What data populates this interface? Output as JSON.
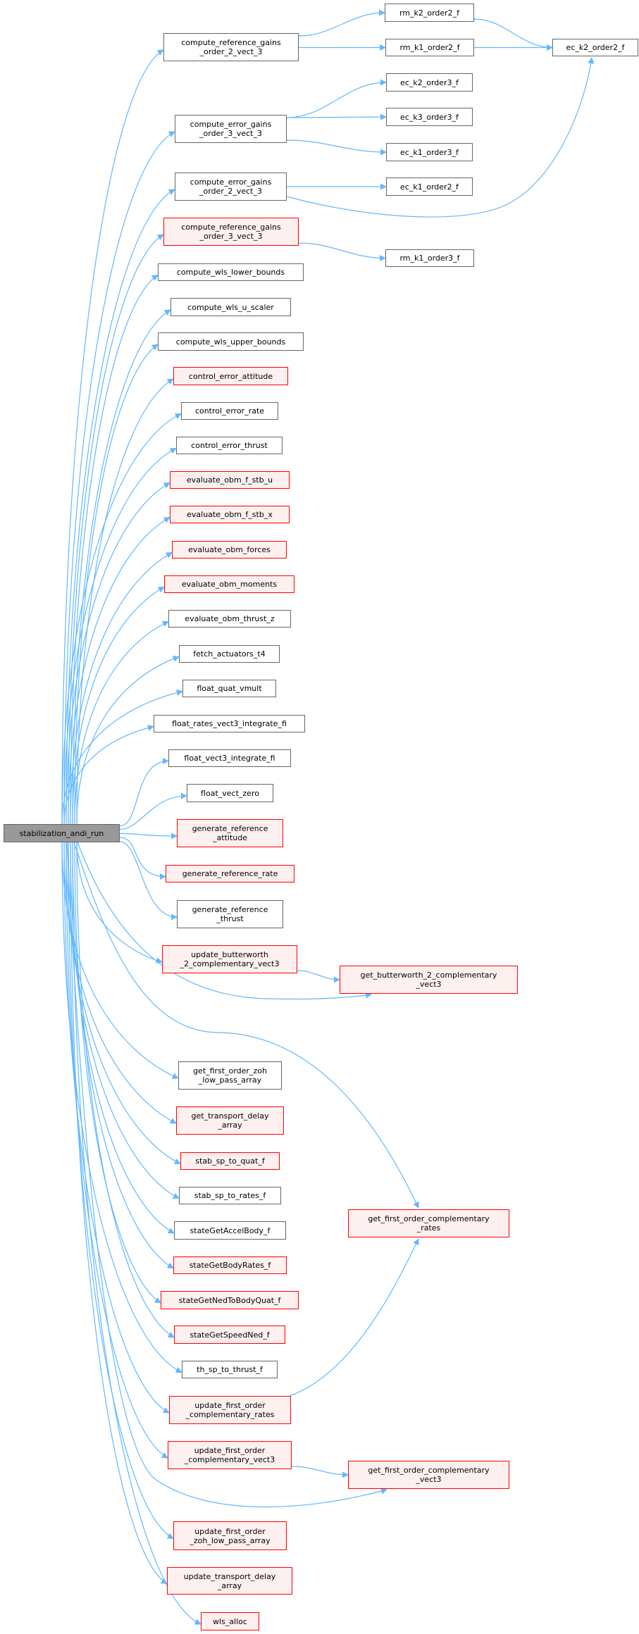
{
  "graph": {
    "type": "call-graph",
    "edge_color": "#63b8ff",
    "root": {
      "id": "stabilization_andi_run",
      "lines": [
        "stabilization_andi_run"
      ]
    },
    "nodes": [
      {
        "id": "crg2",
        "lines": [
          "compute_reference_gains",
          "_order_2_vect_3"
        ],
        "truncated": false
      },
      {
        "id": "ceg3",
        "lines": [
          "compute_error_gains",
          "_order_3_vect_3"
        ],
        "truncated": false
      },
      {
        "id": "ceg2",
        "lines": [
          "compute_error_gains",
          "_order_2_vect_3"
        ],
        "truncated": false
      },
      {
        "id": "crg3",
        "lines": [
          "compute_reference_gains",
          "_order_3_vect_3"
        ],
        "truncated": true
      },
      {
        "id": "wlb",
        "lines": [
          "compute_wls_lower_bounds"
        ],
        "truncated": false
      },
      {
        "id": "wus",
        "lines": [
          "compute_wls_u_scaler"
        ],
        "truncated": false
      },
      {
        "id": "wub",
        "lines": [
          "compute_wls_upper_bounds"
        ],
        "truncated": false
      },
      {
        "id": "cea",
        "lines": [
          "control_error_attitude"
        ],
        "truncated": true
      },
      {
        "id": "cer",
        "lines": [
          "control_error_rate"
        ],
        "truncated": false
      },
      {
        "id": "cet",
        "lines": [
          "control_error_thrust"
        ],
        "truncated": false
      },
      {
        "id": "eofu",
        "lines": [
          "evaluate_obm_f_stb_u"
        ],
        "truncated": true
      },
      {
        "id": "eofx",
        "lines": [
          "evaluate_obm_f_stb_x"
        ],
        "truncated": true
      },
      {
        "id": "eofo",
        "lines": [
          "evaluate_obm_forces"
        ],
        "truncated": true
      },
      {
        "id": "eomo",
        "lines": [
          "evaluate_obm_moments"
        ],
        "truncated": true
      },
      {
        "id": "eotz",
        "lines": [
          "evaluate_obm_thrust_z"
        ],
        "truncated": false
      },
      {
        "id": "fat4",
        "lines": [
          "fetch_actuators_t4"
        ],
        "truncated": false
      },
      {
        "id": "fqv",
        "lines": [
          "float_quat_vmult"
        ],
        "truncated": false
      },
      {
        "id": "frvi",
        "lines": [
          "float_rates_vect3_integrate_fi"
        ],
        "truncated": false
      },
      {
        "id": "fv3i",
        "lines": [
          "float_vect3_integrate_fi"
        ],
        "truncated": false
      },
      {
        "id": "fvz",
        "lines": [
          "float_vect_zero"
        ],
        "truncated": false
      },
      {
        "id": "gra",
        "lines": [
          "generate_reference",
          "_attitude"
        ],
        "truncated": true
      },
      {
        "id": "grr",
        "lines": [
          "generate_reference_rate"
        ],
        "truncated": true
      },
      {
        "id": "grt",
        "lines": [
          "generate_reference",
          "_thrust"
        ],
        "truncated": false
      },
      {
        "id": "ub2",
        "lines": [
          "update_butterworth",
          "_2_complementary_vect3"
        ],
        "truncated": true
      },
      {
        "id": "gfoz",
        "lines": [
          "get_first_order_zoh",
          "_low_pass_array"
        ],
        "truncated": false
      },
      {
        "id": "gtd",
        "lines": [
          "get_transport_delay",
          "_array"
        ],
        "truncated": true
      },
      {
        "id": "sstq",
        "lines": [
          "stab_sp_to_quat_f"
        ],
        "truncated": true
      },
      {
        "id": "sstr",
        "lines": [
          "stab_sp_to_rates_f"
        ],
        "truncated": false
      },
      {
        "id": "sgab",
        "lines": [
          "stateGetAccelBody_f"
        ],
        "truncated": false
      },
      {
        "id": "sgbr",
        "lines": [
          "stateGetBodyRates_f"
        ],
        "truncated": true
      },
      {
        "id": "sgnq",
        "lines": [
          "stateGetNedToBodyQuat_f"
        ],
        "truncated": true
      },
      {
        "id": "sgsn",
        "lines": [
          "stateGetSpeedNed_f"
        ],
        "truncated": true
      },
      {
        "id": "tstt",
        "lines": [
          "th_sp_to_thrust_f"
        ],
        "truncated": false
      },
      {
        "id": "ufcr",
        "lines": [
          "update_first_order",
          "_complementary_rates"
        ],
        "truncated": true
      },
      {
        "id": "ufcv",
        "lines": [
          "update_first_order",
          "_complementary_vect3"
        ],
        "truncated": true
      },
      {
        "id": "ufzl",
        "lines": [
          "update_first_order",
          "_zoh_low_pass_array"
        ],
        "truncated": true
      },
      {
        "id": "utda",
        "lines": [
          "update_transport_delay",
          "_array"
        ],
        "truncated": true
      },
      {
        "id": "wls",
        "lines": [
          "wls_alloc"
        ],
        "truncated": true
      },
      {
        "id": "rmk2o2",
        "lines": [
          "rm_k2_order2_f"
        ],
        "truncated": false
      },
      {
        "id": "rmk1o2",
        "lines": [
          "rm_k1_order2_f"
        ],
        "truncated": false
      },
      {
        "id": "eck2o3",
        "lines": [
          "ec_k2_order3_f"
        ],
        "truncated": false
      },
      {
        "id": "eck3o3",
        "lines": [
          "ec_k3_order3_f"
        ],
        "truncated": false
      },
      {
        "id": "eck1o3",
        "lines": [
          "ec_k1_order3_f"
        ],
        "truncated": false
      },
      {
        "id": "eck1o2",
        "lines": [
          "ec_k1_order2_f"
        ],
        "truncated": false
      },
      {
        "id": "rmk1o3",
        "lines": [
          "rm_k1_order3_f"
        ],
        "truncated": false
      },
      {
        "id": "eck2o2",
        "lines": [
          "ec_k2_order2_f"
        ],
        "truncated": false
      },
      {
        "id": "gb2",
        "lines": [
          "get_butterworth_2_complementary",
          "_vect3"
        ],
        "truncated": true
      },
      {
        "id": "gfcr",
        "lines": [
          "get_first_order_complementary",
          "_rates"
        ],
        "truncated": true
      },
      {
        "id": "gfcv",
        "lines": [
          "get_first_order_complementary",
          "_vect3"
        ],
        "truncated": true
      }
    ],
    "edges": [
      [
        "crg2",
        "rmk2o2"
      ],
      [
        "crg2",
        "rmk1o2"
      ],
      [
        "rmk2o2",
        "eck2o2"
      ],
      [
        "rmk1o2",
        "eck2o2"
      ],
      [
        "ceg3",
        "eck2o3"
      ],
      [
        "ceg3",
        "eck3o3"
      ],
      [
        "ceg3",
        "eck1o3"
      ],
      [
        "ceg2",
        "eck1o2"
      ],
      [
        "ceg2",
        "eck2o2"
      ],
      [
        "crg3",
        "rmk1o3"
      ],
      [
        "ub2",
        "gb2"
      ],
      [
        "ufcr",
        "gfcr"
      ],
      [
        "ufcv",
        "gfcv"
      ],
      [
        "stabilization_andi_run",
        "gb2"
      ],
      [
        "stabilization_andi_run",
        "gfcr"
      ],
      [
        "stabilization_andi_run",
        "gfcv"
      ]
    ]
  }
}
